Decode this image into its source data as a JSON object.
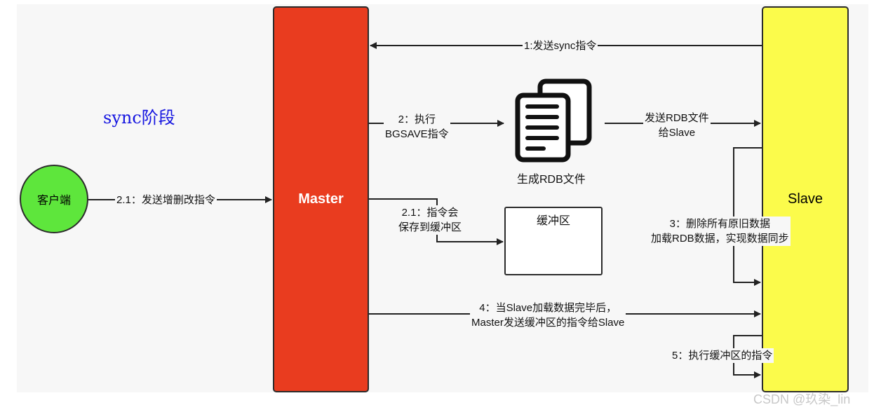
{
  "title": "sync阶段",
  "nodes": {
    "client": "客户端",
    "master": "Master",
    "slave": "Slave",
    "rdb_file": "生成RDB文件",
    "buffer": "缓冲区"
  },
  "arrows": {
    "step1": "1:发送sync指令",
    "step2_line1": "2：执行",
    "step2_line2": "BGSAVE指令",
    "send_rdb_line1": "发送RDB文件",
    "send_rdb_line2": "给Slave",
    "client_write": "2.1：发送增删改指令",
    "buffer_line1": "2.1：指令会",
    "buffer_line2": "保存到缓冲区",
    "step3_line1": "3：删除所有原旧数据",
    "step3_line2": "加载RDB数据，实现数据同步",
    "step4_line1": "4：当Slave加载数据完毕后，",
    "step4_line2": "Master发送缓冲区的指令给Slave",
    "step5": "5：执行缓冲区的指令"
  },
  "watermark": "CSDN @玖染_lin",
  "colors": {
    "master": "#e93c1f",
    "slave": "#fbfb4b",
    "client": "#5ee63c",
    "title": "#1414e0"
  },
  "icons": [
    "document-stack-icon",
    "layers-icon"
  ]
}
